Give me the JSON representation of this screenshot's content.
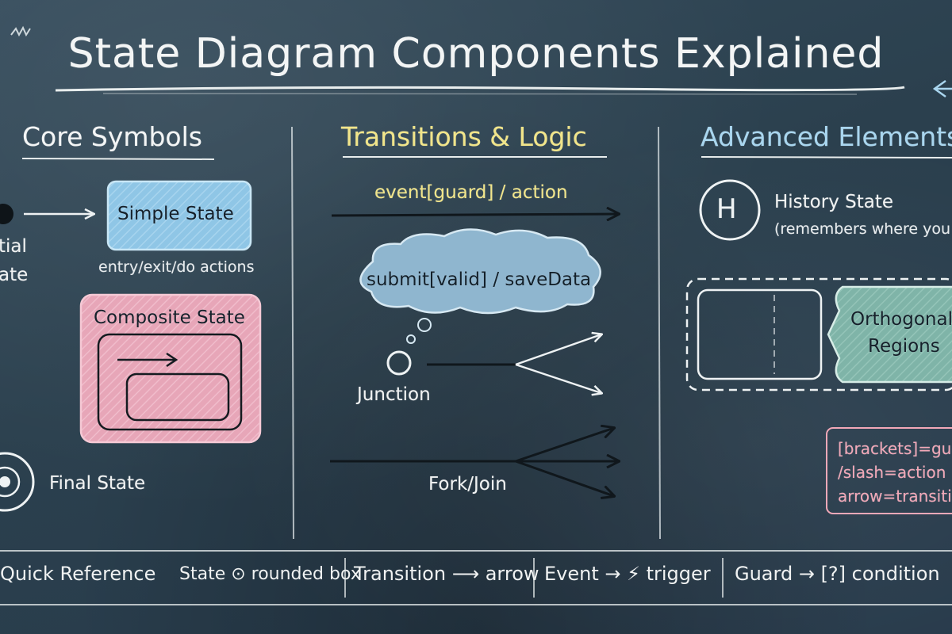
{
  "title": "State Diagram Components Explained",
  "sections": {
    "core": {
      "title": "Core Symbols",
      "initial_state_label_1": "tial",
      "initial_state_label_2": "ate",
      "simple_state": "Simple State",
      "simple_state_note": "entry/exit/do actions",
      "composite_state": "Composite State",
      "final_state": "Final State"
    },
    "transitions": {
      "title": "Transitions & Logic",
      "event_label": "event[guard] / action",
      "cloud_label": "submit[valid] / saveData",
      "junction": "Junction",
      "fork_join": "Fork/Join"
    },
    "advanced": {
      "title": "Advanced Elements",
      "history_symbol": "H",
      "history_state": "History State",
      "history_note": "(remembers where you left off)",
      "orthogonal_1": "Orthogonal",
      "orthogonal_2": "Regions",
      "legend": [
        "[brackets]=guard",
        "/slash=action",
        "arrow=transition"
      ]
    }
  },
  "quick_reference": {
    "label": "Quick Reference",
    "items": [
      "State ⊙ rounded box",
      "Transition ⟶ arrow",
      "Event → ⚡ trigger",
      "Guard → [?] condition"
    ]
  },
  "colors": {
    "board": "#2b404e",
    "simple_state_fill": "#8fc6e6",
    "composite_state_fill": "#e7a6b8",
    "cloud_fill": "#8fb6cf",
    "orthogonal_fill": "#7fb4a8",
    "section_trans": "#f1e58a",
    "section_adv": "#a9d6ef"
  }
}
